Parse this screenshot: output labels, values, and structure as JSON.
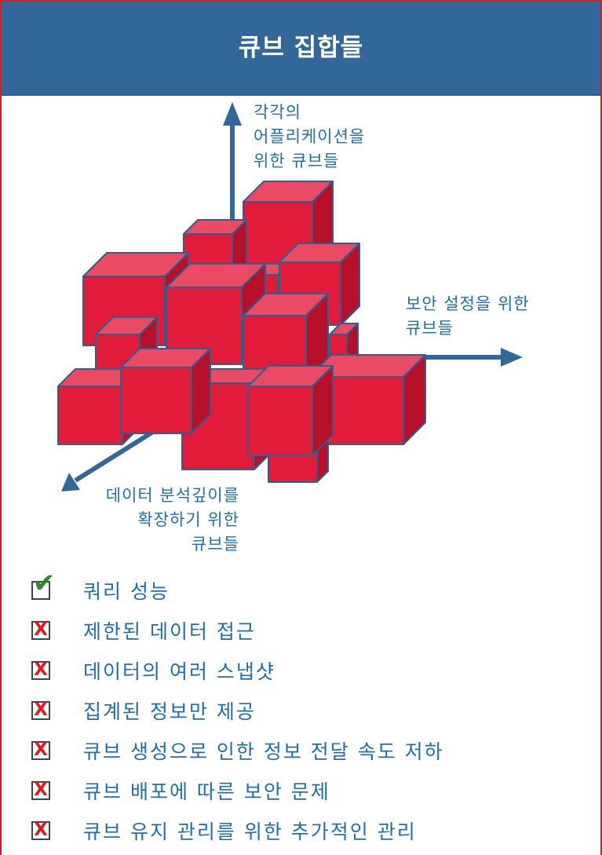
{
  "header": {
    "title": "큐브 집합들"
  },
  "diagram": {
    "label_app": [
      "각각의",
      "어플리케이션을",
      "위한 큐브들"
    ],
    "label_security": [
      "보안 설정을 위한",
      "큐브들"
    ],
    "label_depth": [
      "데이터 분석깊이를",
      "확장하기 위한",
      "큐브들"
    ],
    "colors": {
      "cube_front": "#e31b3a",
      "cube_top": "#ea4a63",
      "cube_side": "#b80f2a",
      "arrow": "#336699"
    }
  },
  "list": {
    "items": [
      {
        "text": "쿼리 성능",
        "mark": "check-icon"
      },
      {
        "text": "제한된 데이터 접근",
        "mark": "x-icon"
      },
      {
        "text": "데이터의 여러 스냅샷",
        "mark": "x-icon"
      },
      {
        "text": "집계된 정보만 제공",
        "mark": "x-icon"
      },
      {
        "text": "큐브 생성으로 인한 정보 전달 속도 저하",
        "mark": "x-icon"
      },
      {
        "text": "큐브 배포에 따른 보안 문제",
        "mark": "x-icon"
      },
      {
        "text": "큐브 유지 관리를 위한 추가적인 관리",
        "mark": "x-icon"
      }
    ],
    "mark_symbols": {
      "check": "✔",
      "x": "X"
    }
  }
}
